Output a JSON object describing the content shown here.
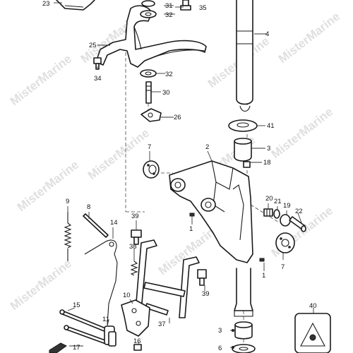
{
  "watermark": "MisterMarine",
  "colors": {
    "line": "#1a1a1a",
    "background": "#ffffff",
    "watermark": "#b9b9b9"
  },
  "callouts": {
    "c1a": "1",
    "c1b": "1",
    "c2": "2",
    "c3a": "3",
    "c3b": "3",
    "c4": "4",
    "c6": "6",
    "c7a": "7",
    "c7b": "7",
    "c8": "8",
    "c9": "9",
    "c10": "10",
    "c11": "11",
    "c14": "14",
    "c15": "15",
    "c16": "16",
    "c17": "17",
    "c18": "18",
    "c19": "19",
    "c20": "20",
    "c21": "21",
    "c22": "22",
    "c23": "23",
    "c25": "25",
    "c26": "26",
    "c30": "30",
    "c31": "31",
    "c32a": "32",
    "c32b": "32",
    "c34": "34",
    "c35": "35",
    "c37": "37",
    "c38": "38",
    "c39a": "39",
    "c39b": "39",
    "c40": "40",
    "c41": "41"
  }
}
